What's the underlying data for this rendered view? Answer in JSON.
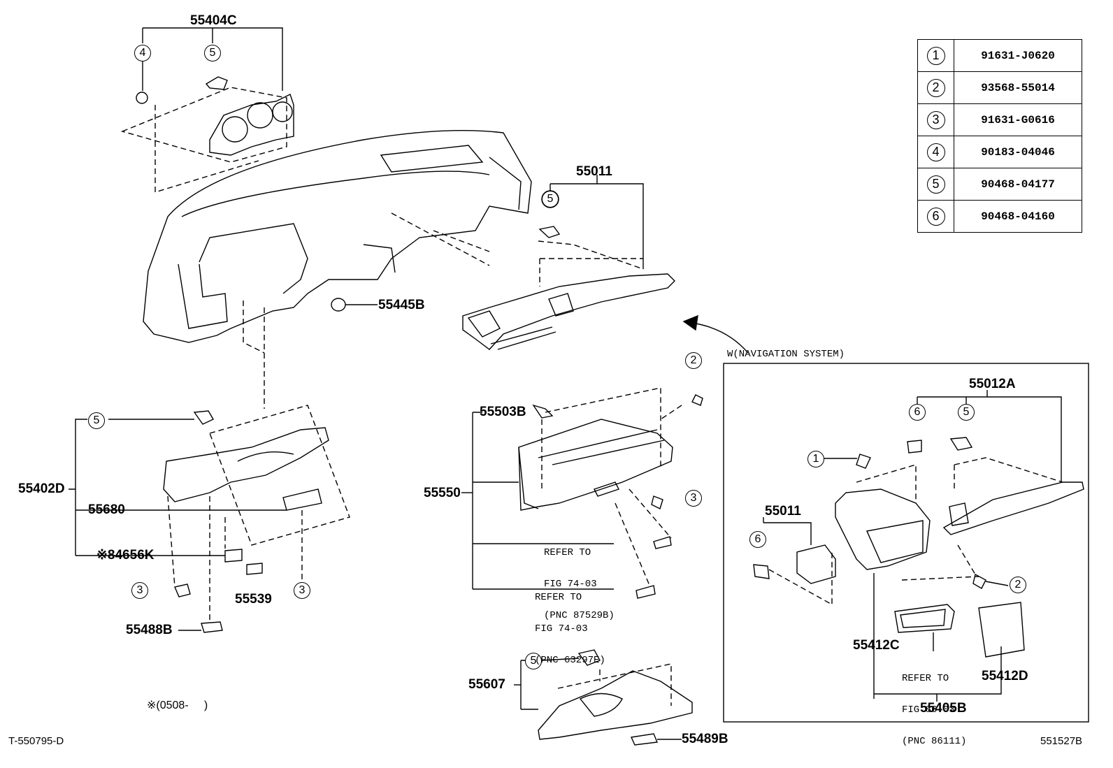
{
  "legend": [
    {
      "num": "1",
      "part": "91631-J0620"
    },
    {
      "num": "2",
      "part": "93568-55014"
    },
    {
      "num": "3",
      "part": "91631-G0616"
    },
    {
      "num": "4",
      "part": "90183-04046"
    },
    {
      "num": "5",
      "part": "90468-04177"
    },
    {
      "num": "6",
      "part": "90468-04160"
    }
  ],
  "parts": {
    "p55404C": "55404C",
    "p55011": "55011",
    "p55445B": "55445B",
    "p55402D": "55402D",
    "p55680": "55680",
    "p84656K": "※84656K",
    "p55539": "55539",
    "p55488B": "55488B",
    "p55503B": "55503B",
    "p55550": "55550",
    "p55607": "55607",
    "p55489B": "55489B",
    "p55012A": "55012A",
    "p55011b": "55011",
    "p55412C": "55412C",
    "p55412D": "55412D",
    "p55405B": "55405B"
  },
  "callouts": {
    "c4a": "4",
    "c5a": "5",
    "c5b": "5",
    "c5c": "5",
    "c3a": "3",
    "c3b": "3",
    "c2a": "2",
    "c3c": "3",
    "c5d": "5",
    "c6a": "6",
    "c5e": "5",
    "c1a": "1",
    "c6b": "6",
    "c2b": "2"
  },
  "refs": {
    "r1": [
      "REFER TO",
      "FIG 74-03",
      "(PNC 87529B)"
    ],
    "r2": [
      "REFER TO",
      "FIG 74-03",
      "(PNC 63297E)"
    ],
    "r3": [
      "REFER TO",
      "FIG 86-03",
      "(PNC 86111)"
    ]
  },
  "nav_label": "W(NAVIGATION SYSTEM)",
  "note": "※(0508-     )",
  "footer_left": "T-550795-D",
  "footer_right": "551527B"
}
